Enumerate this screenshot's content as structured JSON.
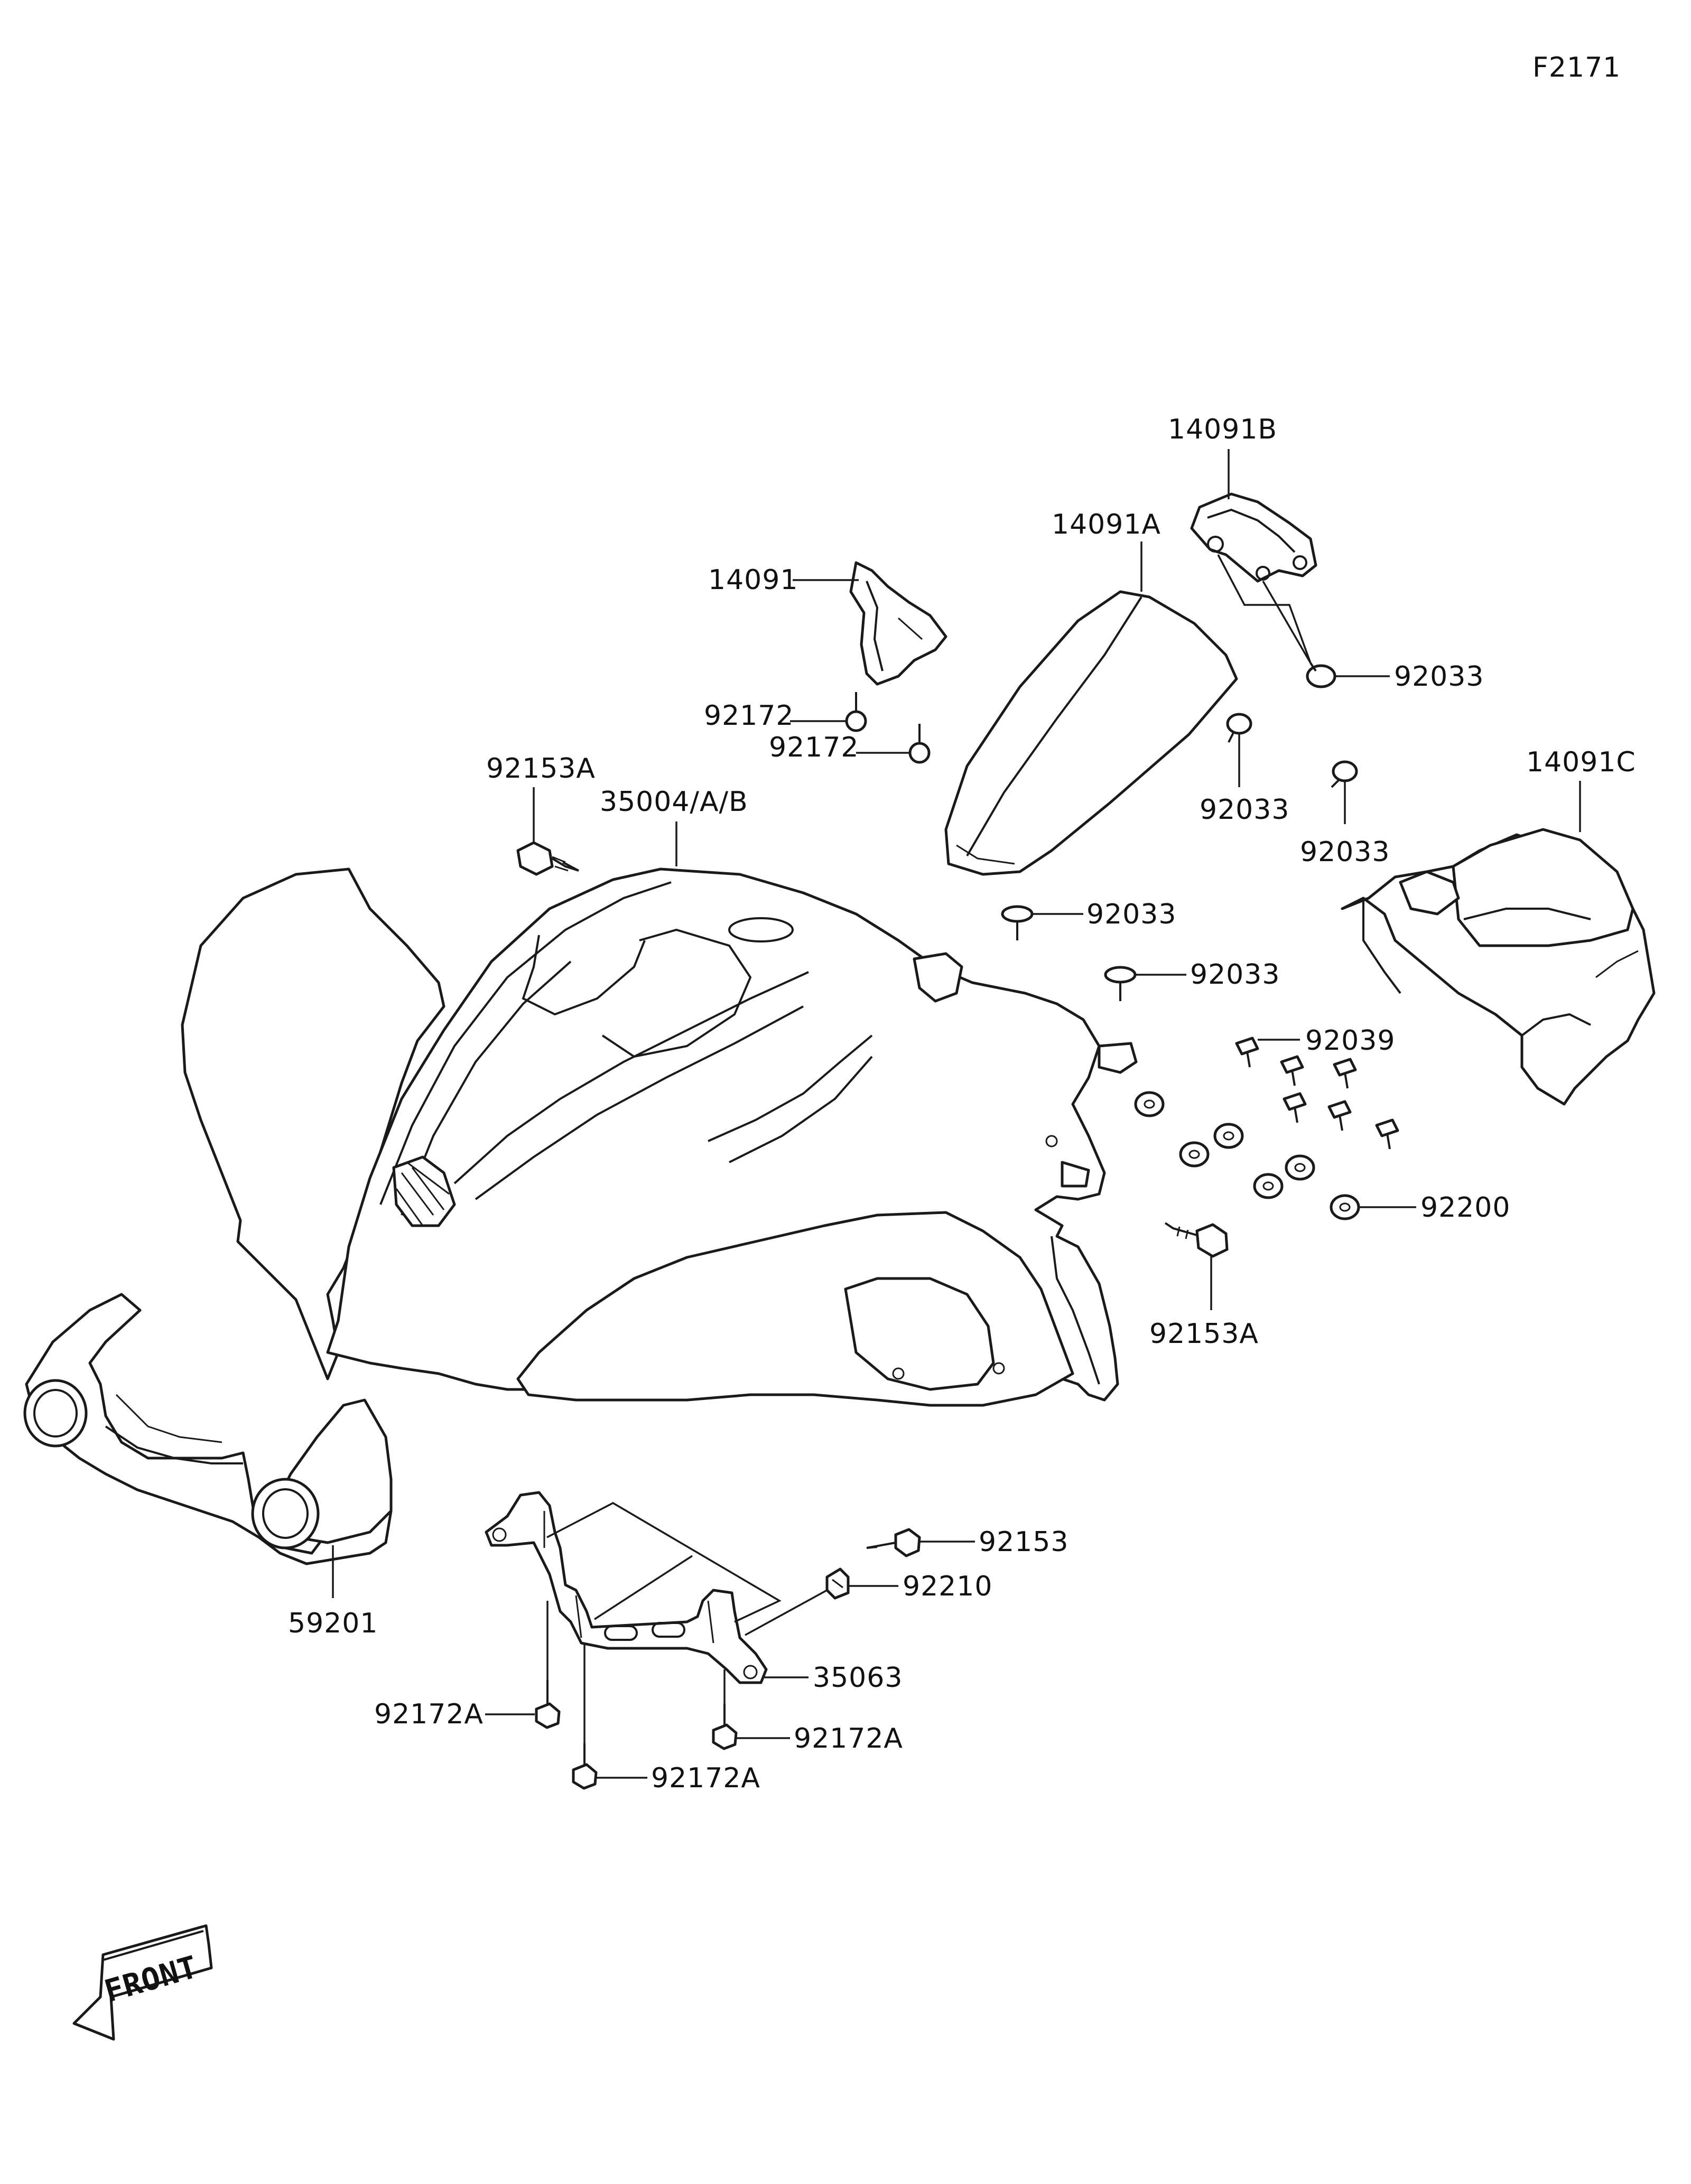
{
  "diagram_id": "F2171",
  "front_marker": "FRONT",
  "callouts": {
    "p14091B": "14091B",
    "p14091A": "14091A",
    "p14091": "14091",
    "p92033_a": "92033",
    "p92172_a": "92172",
    "p92172_b": "92172",
    "p92153A_a": "92153A",
    "p35004": "35004/A/B",
    "p92033_b": "92033",
    "p92033_c": "92033",
    "p14091C": "14091C",
    "p92033_d": "92033",
    "p92033_e": "92033",
    "p92039": "92039",
    "p92200": "92200",
    "p92153A_b": "92153A",
    "p92153": "92153",
    "p92210": "92210",
    "p35063": "35063",
    "p59201": "59201",
    "p92172A_a": "92172A",
    "p92172A_b": "92172A",
    "p92172A_c": "92172A"
  }
}
